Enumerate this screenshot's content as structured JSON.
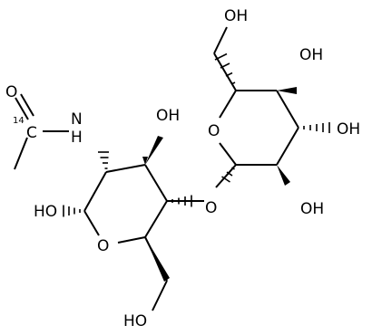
{
  "structure": {
    "atoms": {
      "carbonyl_o": "O",
      "isotope_mass": "14",
      "isotope_carbon": "C",
      "acetamido_n": "N",
      "acetamido_h": "H",
      "c3_oh": "OH",
      "anomeric_oh": "HO",
      "ring_o_left": "O",
      "glycosidic_o": "O",
      "c6_oh_left": "HO",
      "ring_o_right": "O",
      "c6_oh_right": "OH",
      "c4_oh_right": "OH",
      "c3_oh_right": "OH",
      "c2_oh_right": "OH"
    }
  }
}
